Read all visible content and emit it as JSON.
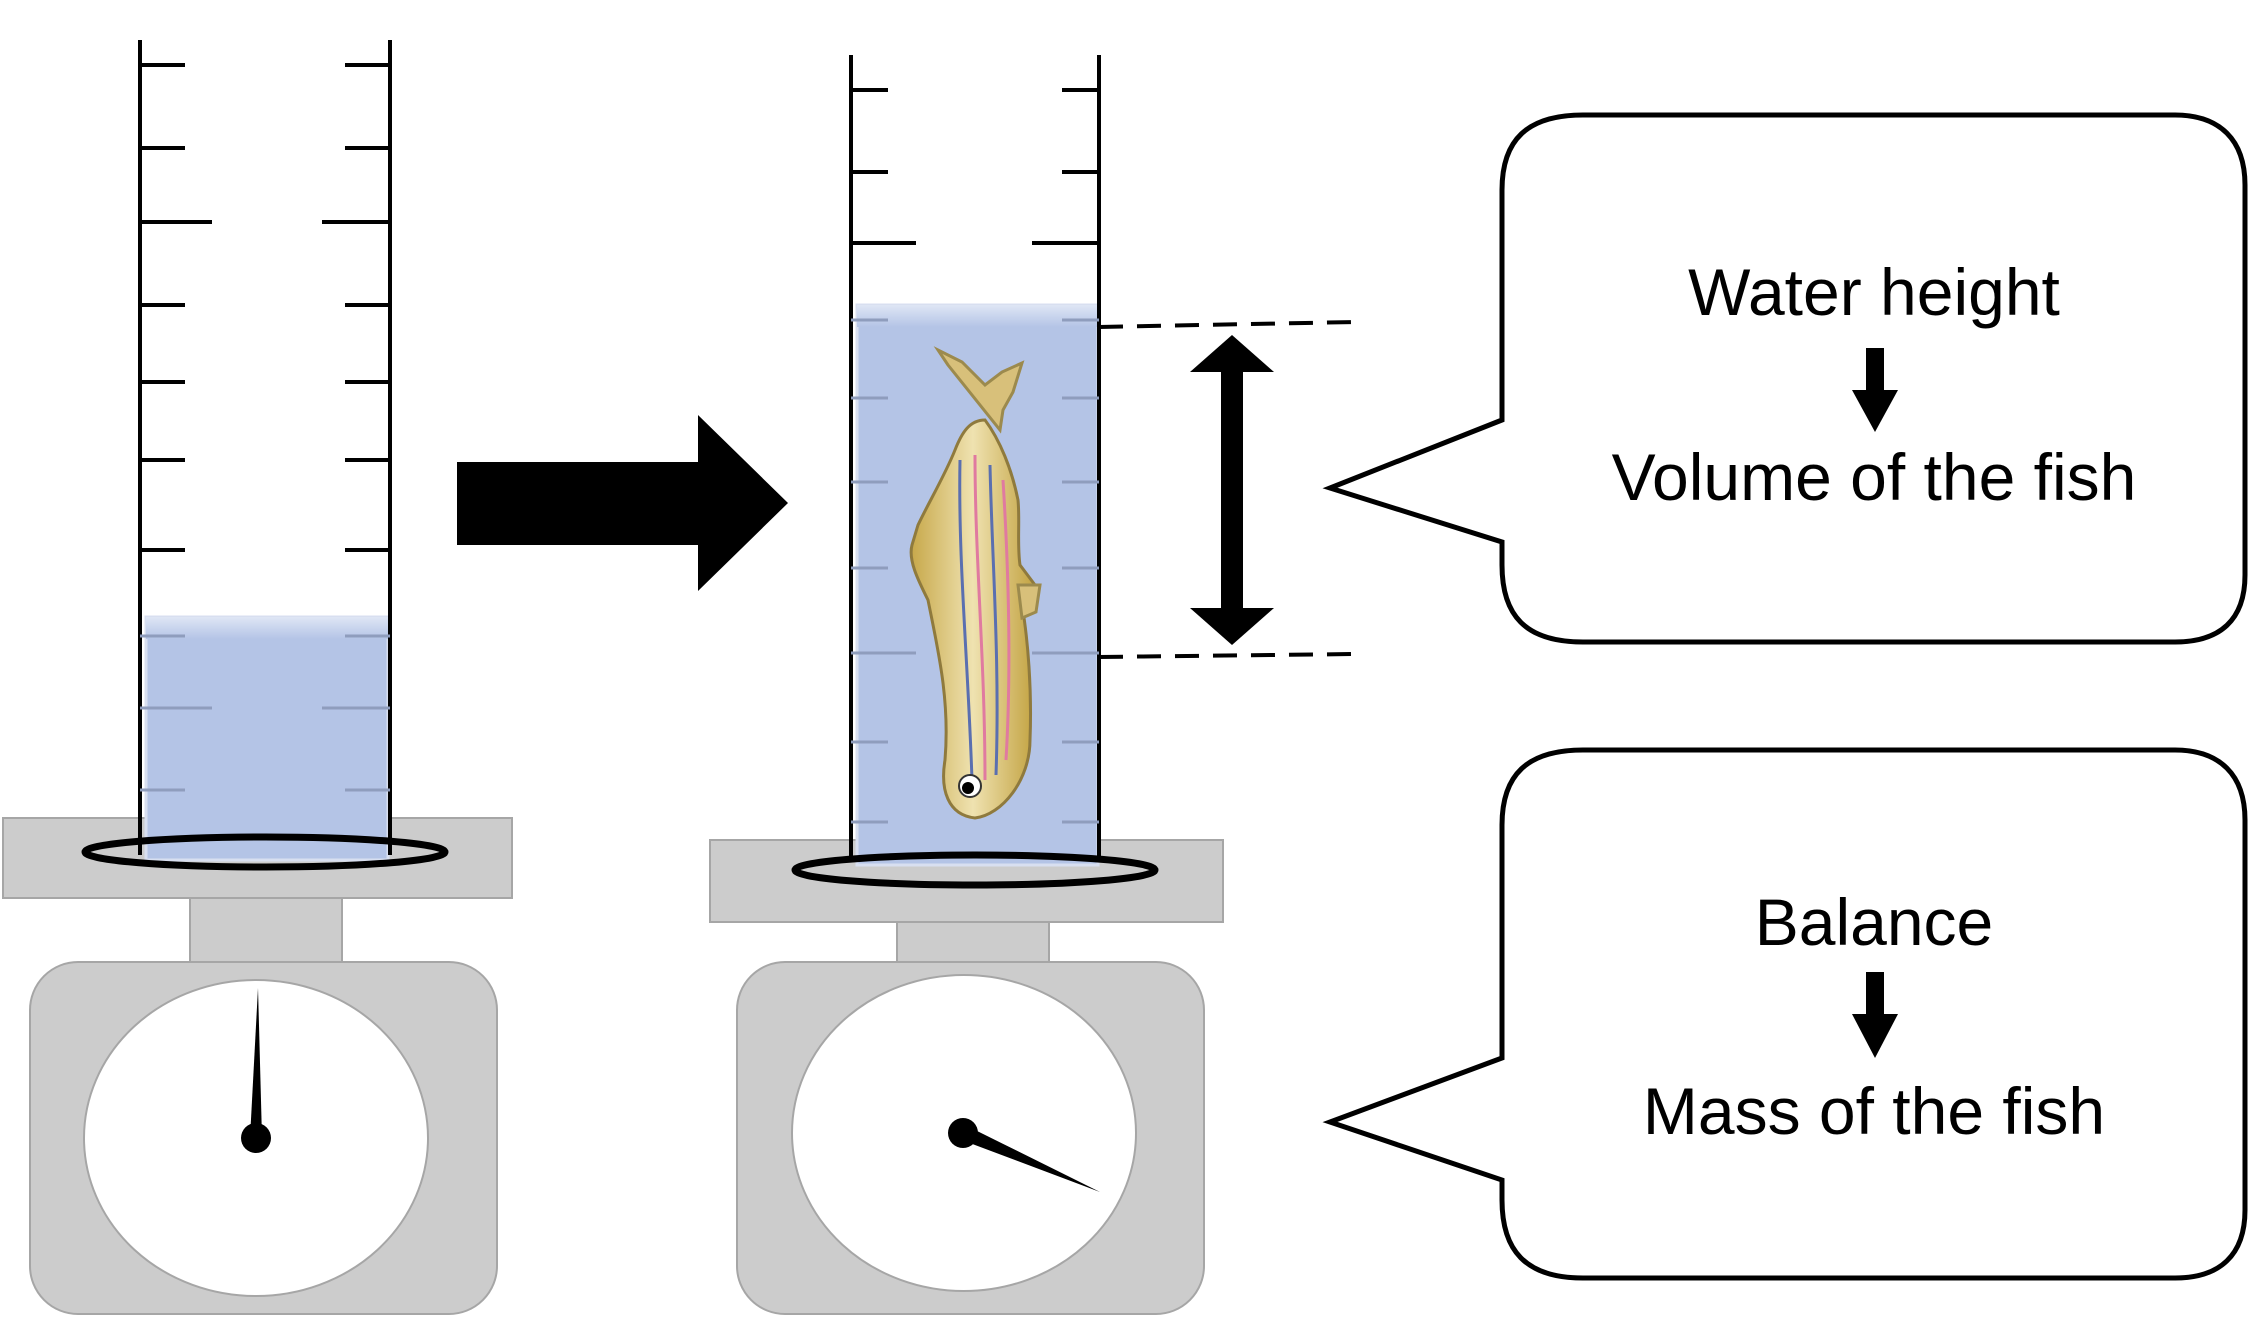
{
  "callouts": {
    "volume": {
      "top_label": "Water height",
      "bottom_label": "Volume of the fish"
    },
    "mass": {
      "top_label": "Balance",
      "bottom_label": "Mass of the fish"
    }
  },
  "icons": {
    "process_arrow": "right-arrow-icon",
    "height_arrow": "double-headed-arrow-icon",
    "callout_arrow": "down-arrow-icon",
    "fish": "zebrafish-icon"
  },
  "colors": {
    "water": "#b4c4e6",
    "scale_body": "#cccccc",
    "scale_dial": "#ffffff",
    "line": "#000000"
  }
}
